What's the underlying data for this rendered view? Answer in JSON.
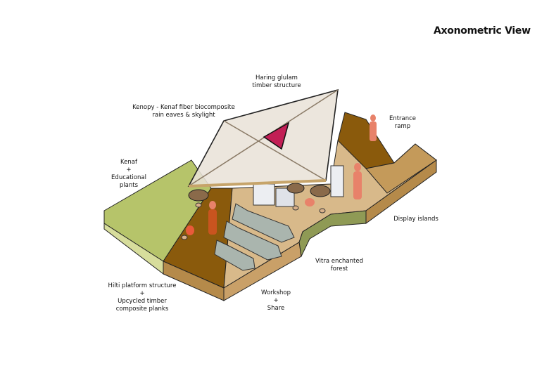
{
  "title": "Axonometric View",
  "labels": {
    "haring": [
      "Haring glulam",
      "timber structure"
    ],
    "kenopy": [
      "Kenopy - Kenaf fiber biocomposite",
      "rain eaves & skylight"
    ],
    "entrance": [
      "Entrance",
      "ramp"
    ],
    "kenaf": [
      "Kenaf",
      "+",
      "Educational",
      "plants"
    ],
    "display": [
      "Display islands"
    ],
    "vitra": [
      "Vitra enchanted",
      "forest"
    ],
    "hilti": [
      "Hilti platform structure",
      "+",
      "Upcycled timber",
      "composite planks"
    ],
    "workshop": [
      "Workshop",
      "+",
      "Share"
    ]
  },
  "colors": {
    "lawn": "#b6c46a",
    "platform_top": "#d8b98a",
    "platform_dark": "#8a5a0c",
    "platform_side": "#b58a4a",
    "roof": "#e9e2d8",
    "skylight": "#c21f55",
    "figure": "#e8826a",
    "seat": "#8f9e8a"
  }
}
